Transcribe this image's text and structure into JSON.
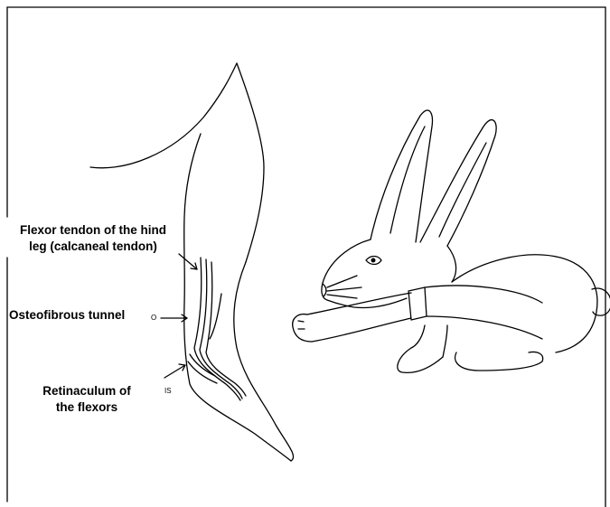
{
  "labels": {
    "flexor_tendon_line1": "Flexor tendon of the hind",
    "flexor_tendon_line2": "leg (calcaneal tendon)",
    "osteofibrous_tunnel": "Osteofibrous tunnel",
    "retinaculum_line1": "Retinaculum of",
    "retinaculum_line2": "the flexors",
    "mark_o": "O",
    "mark_is": "IS"
  }
}
